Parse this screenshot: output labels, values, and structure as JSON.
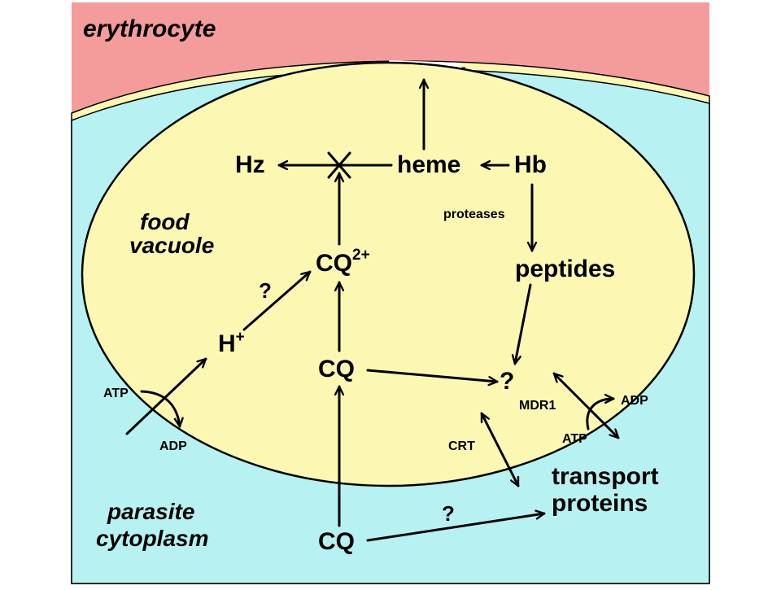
{
  "colors": {
    "erythrocyte": "#f49c9c",
    "cytoplasm": "#b8f1f2",
    "vacuole": "#fcf8b4",
    "membrane_band": "#fcf8b4",
    "line": "#000000"
  },
  "regions": {
    "erythrocyte": "erythrocyte",
    "food_vacuole_line1": "food",
    "food_vacuole_line2": "vacuole",
    "parasite_cytoplasm_line1": "parasite",
    "parasite_cytoplasm_line2": "cytoplasm"
  },
  "nodes": {
    "hz": "Hz",
    "heme": "heme",
    "hb": "Hb",
    "proteases": "proteases",
    "peptides": "peptides",
    "cq2_base": "CQ",
    "cq2_charge": "2+",
    "q_hplus": "?",
    "h_base": "H",
    "h_charge": "+",
    "cq_inner": "CQ",
    "q_target": "?",
    "mdr1": "MDR1",
    "adp_right": "ADP",
    "atp_right": "ATP",
    "crt": "CRT",
    "atp_left": "ATP",
    "adp_left": "ADP",
    "transport_line1": "transport",
    "transport_line2": "proteins",
    "q_transport": "?",
    "cq_outer": "CQ"
  }
}
